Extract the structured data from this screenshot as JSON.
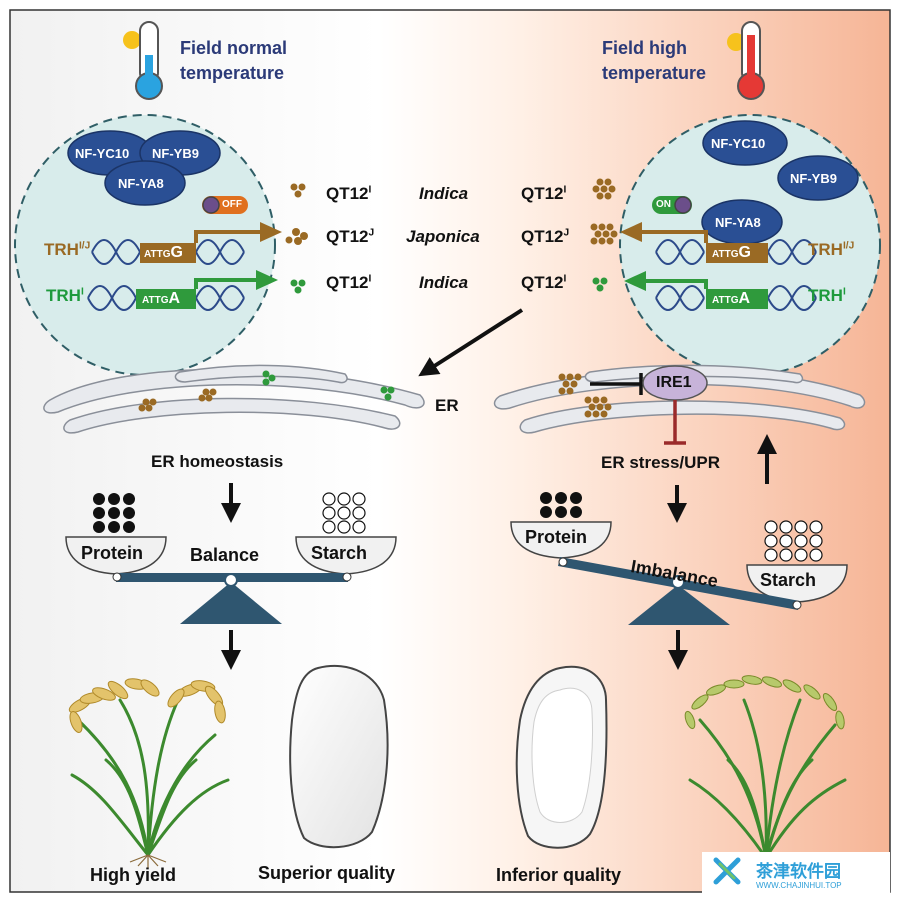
{
  "header": {
    "left_title_line1": "Field normal",
    "left_title_line2": "temperature",
    "right_title_line1": "Field high",
    "right_title_line2": "temperature"
  },
  "proteins": {
    "nf_yc10": "NF-YC10",
    "nf_yb9": "NF-YB9",
    "nf_ya8": "NF-YA8"
  },
  "switch": {
    "off": "OFF",
    "on": "ON"
  },
  "genes": {
    "trh_ij": "TRH",
    "trh_ij_sup": "I/J",
    "trh_i": "TRH",
    "trh_i_sup": "I",
    "box_prefix": "ATTG",
    "box_g": "G",
    "box_a": "A"
  },
  "middle_rows": [
    {
      "left": "QT12",
      "left_sup": "I",
      "species": "Indica",
      "right": "QT12",
      "right_sup": "I"
    },
    {
      "left": "QT12",
      "left_sup": "J",
      "species": "Japonica",
      "right": "QT12",
      "right_sup": "J"
    },
    {
      "left": "QT12",
      "left_sup": "I",
      "species": "Indica",
      "right": "QT12",
      "right_sup": "I"
    }
  ],
  "er": {
    "label": "ER",
    "ire1": "IRE1",
    "homeostasis": "ER homeostasis",
    "stress": "ER stress/UPR"
  },
  "scales": {
    "protein": "Protein",
    "starch": "Starch",
    "balance": "Balance",
    "imbalance": "Imbalance"
  },
  "outcomes": {
    "high_yield": "High yield",
    "superior_quality": "Superior quality",
    "inferior_quality": "Inferior quality"
  },
  "watermark": {
    "name": "茶津软件园",
    "url": "WWW.CHAJINHUI.TOP"
  },
  "colors": {
    "brown": "#9a6a24",
    "green": "#1e9a3c",
    "navy": "#2b3a78",
    "protein_blue": "#2a4f94",
    "ire1_purple": "#c7b3d9",
    "circle_fill": "#d8eceb",
    "scale_teal": "#2f5670"
  }
}
